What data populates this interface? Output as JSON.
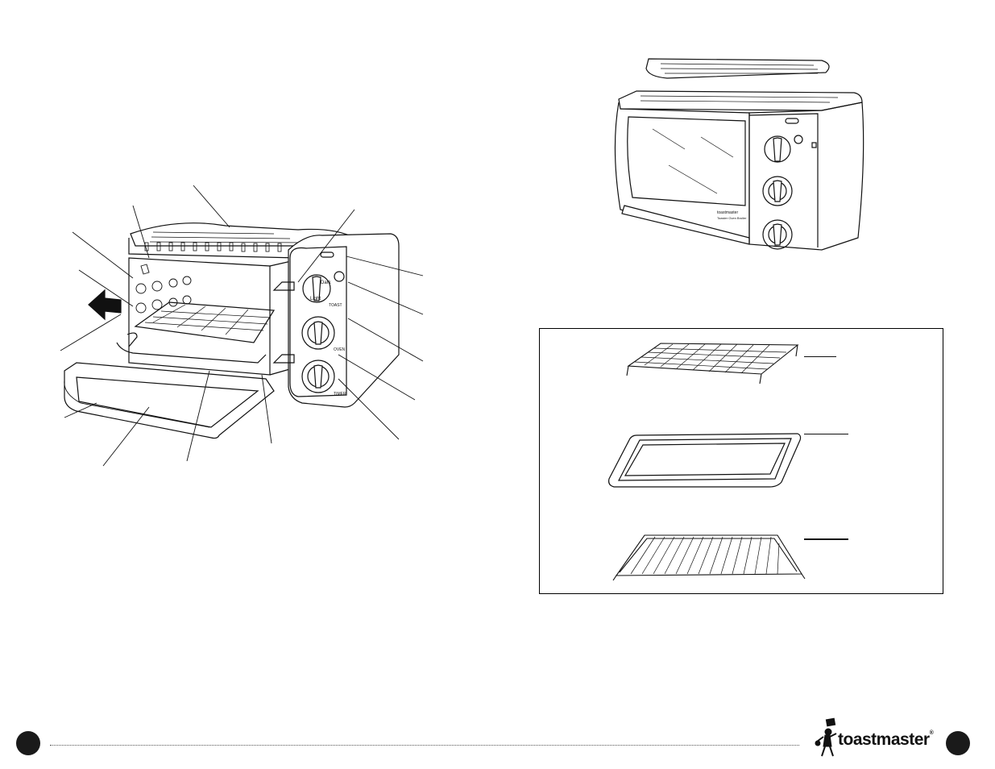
{
  "diagram": {
    "panel_labels": {
      "toast": "TOAST",
      "oven": "OVEN",
      "timer": "TIMER",
      "toast_dial_dark": "Dark",
      "toast_dial_light": "Light"
    },
    "oven_badge": {
      "brand": "toastmaster",
      "model": "Toaster Oven Broiler"
    }
  },
  "footer": {
    "brand": "toastmaster",
    "trademark": "®"
  },
  "colors": {
    "ink": "#111111",
    "paper": "#ffffff"
  }
}
